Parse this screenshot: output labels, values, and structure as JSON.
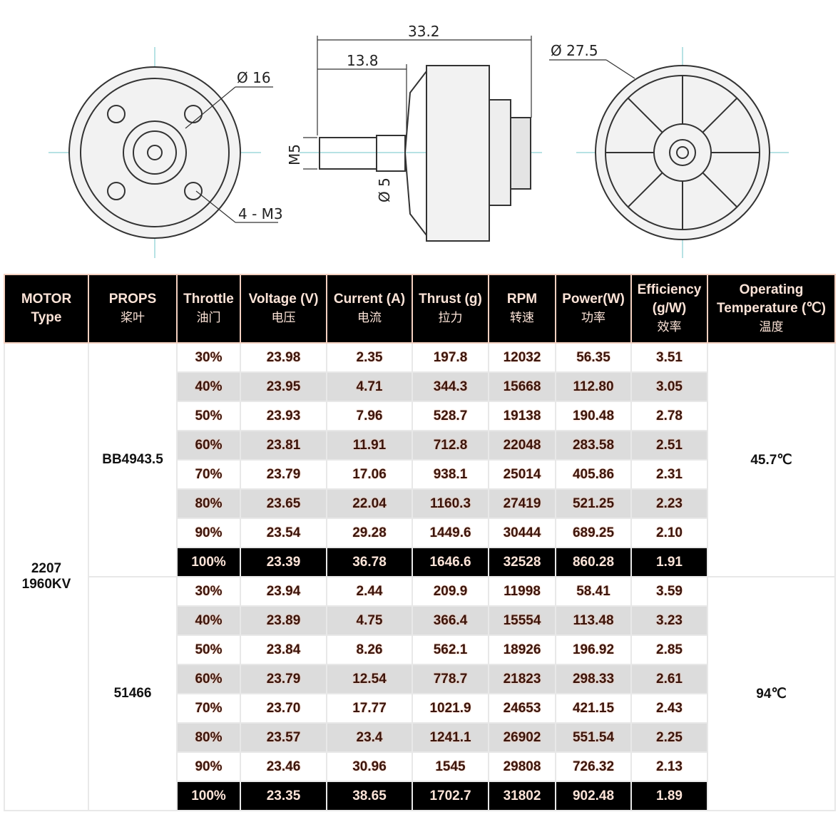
{
  "drawing": {
    "overall_length": "33.2",
    "shaft_length": "13.8",
    "mount_diameter": "Ø 16",
    "screw_holes": "4 - M3",
    "shaft_thread": "M5",
    "shaft_diameter": "Ø 5",
    "bell_diameter": "Ø 27.5"
  },
  "headers": [
    {
      "en": "MOTOR Type",
      "cn": ""
    },
    {
      "en": "PROPS",
      "cn": "桨叶"
    },
    {
      "en": "Throttle",
      "cn": "油门"
    },
    {
      "en": "Voltage (V)",
      "cn": "电压"
    },
    {
      "en": "Current (A)",
      "cn": "电流"
    },
    {
      "en": "Thrust (g)",
      "cn": "拉力"
    },
    {
      "en": "RPM",
      "cn": "转速"
    },
    {
      "en": "Power(W)",
      "cn": "功率"
    },
    {
      "en": "Efficiency (g/W)",
      "cn": "效率"
    },
    {
      "en": "Operating Temperature (℃)",
      "cn": "温度"
    }
  ],
  "motor": "2207 1960KV",
  "groups": [
    {
      "prop": "BB4943.5",
      "temp": "45.7℃",
      "rows": [
        [
          "30%",
          "23.98",
          "2.35",
          "197.8",
          "12032",
          "56.35",
          "3.51"
        ],
        [
          "40%",
          "23.95",
          "4.71",
          "344.3",
          "15668",
          "112.80",
          "3.05"
        ],
        [
          "50%",
          "23.93",
          "7.96",
          "528.7",
          "19138",
          "190.48",
          "2.78"
        ],
        [
          "60%",
          "23.81",
          "11.91",
          "712.8",
          "22048",
          "283.58",
          "2.51"
        ],
        [
          "70%",
          "23.79",
          "17.06",
          "938.1",
          "25014",
          "405.86",
          "2.31"
        ],
        [
          "80%",
          "23.65",
          "22.04",
          "1160.3",
          "27419",
          "521.25",
          "2.23"
        ],
        [
          "90%",
          "23.54",
          "29.28",
          "1449.6",
          "30444",
          "689.25",
          "2.10"
        ],
        [
          "100%",
          "23.39",
          "36.78",
          "1646.6",
          "32528",
          "860.28",
          "1.91"
        ]
      ]
    },
    {
      "prop": "51466",
      "temp": "94℃",
      "rows": [
        [
          "30%",
          "23.94",
          "2.44",
          "209.9",
          "11998",
          "58.41",
          "3.59"
        ],
        [
          "40%",
          "23.89",
          "4.75",
          "366.4",
          "15554",
          "113.48",
          "3.23"
        ],
        [
          "50%",
          "23.84",
          "8.26",
          "562.1",
          "18926",
          "196.92",
          "2.85"
        ],
        [
          "60%",
          "23.79",
          "12.54",
          "778.7",
          "21823",
          "298.33",
          "2.61"
        ],
        [
          "70%",
          "23.70",
          "17.77",
          "1021.9",
          "24653",
          "421.15",
          "2.43"
        ],
        [
          "80%",
          "23.57",
          "23.4",
          "1241.1",
          "26902",
          "551.54",
          "2.25"
        ],
        [
          "90%",
          "23.46",
          "30.96",
          "1545",
          "29808",
          "726.32",
          "2.13"
        ],
        [
          "100%",
          "23.35",
          "38.65",
          "1702.7",
          "31802",
          "902.48",
          "1.89"
        ]
      ]
    }
  ]
}
